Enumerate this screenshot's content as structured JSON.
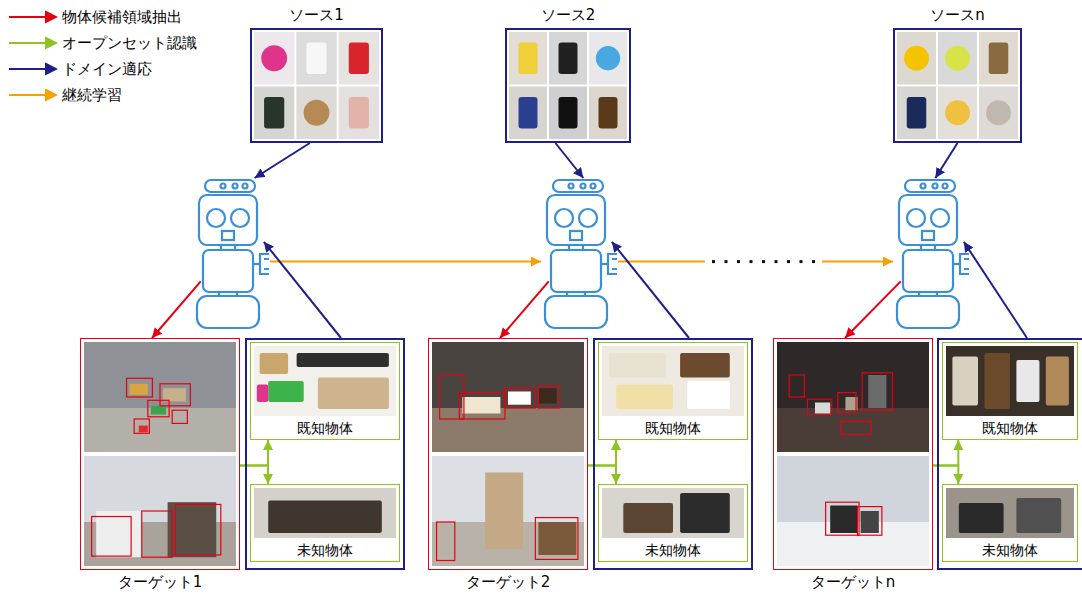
{
  "diagram": {
    "nodes": [
      {
        "text": [
          "ソース1"
        ]
      },
      {
        "text": [
          "ソース2"
        ]
      },
      {
        "text": [
          "ソースn"
        ]
      },
      {
        "text": []
      },
      {
        "text": []
      },
      {
        "text": []
      },
      {
        "text": [
          "ターゲット1"
        ]
      },
      {
        "text": []
      },
      {
        "text": [
          "既知物体"
        ],
        "in": 7
      },
      {
        "text": [
          "未知物体"
        ],
        "in": 7
      },
      {
        "text": [
          "ターゲット2"
        ]
      },
      {
        "text": []
      },
      {
        "text": [
          "既知物体"
        ],
        "in": 11
      },
      {
        "text": [
          "未知物体"
        ],
        "in": 11
      },
      {
        "text": [
          "ターゲットn"
        ]
      },
      {
        "text": []
      },
      {
        "text": [
          "既知物体"
        ],
        "in": 15
      },
      {
        "text": [
          "未知物体"
        ],
        "in": 15
      }
    ],
    "edges": [
      {
        "from": 0,
        "to": 3,
        "arrow": "to"
      },
      {
        "from": 1,
        "to": 4,
        "arrow": "to"
      },
      {
        "from": 2,
        "to": 5,
        "arrow": "to"
      },
      {
        "from": 3,
        "to": 4,
        "arrow": "to"
      },
      {
        "from": 4,
        "to": 5,
        "arrow": "to"
      },
      {
        "from": 3,
        "to": 6,
        "arrow": "to"
      },
      {
        "from": 7,
        "to": 3,
        "arrow": "to"
      },
      {
        "from": 6,
        "to": 8,
        "arrow": "to"
      },
      {
        "from": 6,
        "to": 9,
        "arrow": "to"
      },
      {
        "from": 4,
        "to": 10,
        "arrow": "to"
      },
      {
        "from": 11,
        "to": 4,
        "arrow": "to"
      },
      {
        "from": 10,
        "to": 12,
        "arrow": "to"
      },
      {
        "from": 10,
        "to": 13,
        "arrow": "to"
      },
      {
        "from": 5,
        "to": 14,
        "arrow": "to"
      },
      {
        "from": 15,
        "to": 5,
        "arrow": "to"
      },
      {
        "from": 14,
        "to": 16,
        "arrow": "to"
      },
      {
        "from": 14,
        "to": 17,
        "arrow": "to"
      }
    ],
    "legend": [
      {
        "text": "物体候補領域抽出",
        "color": "#e60012"
      },
      {
        "text": "オープンセット認識",
        "color": "#8fc31f"
      },
      {
        "text": "ドメイン適応",
        "color": "#1d2088"
      },
      {
        "text": "継続学習",
        "color": "#f5a200"
      }
    ]
  }
}
